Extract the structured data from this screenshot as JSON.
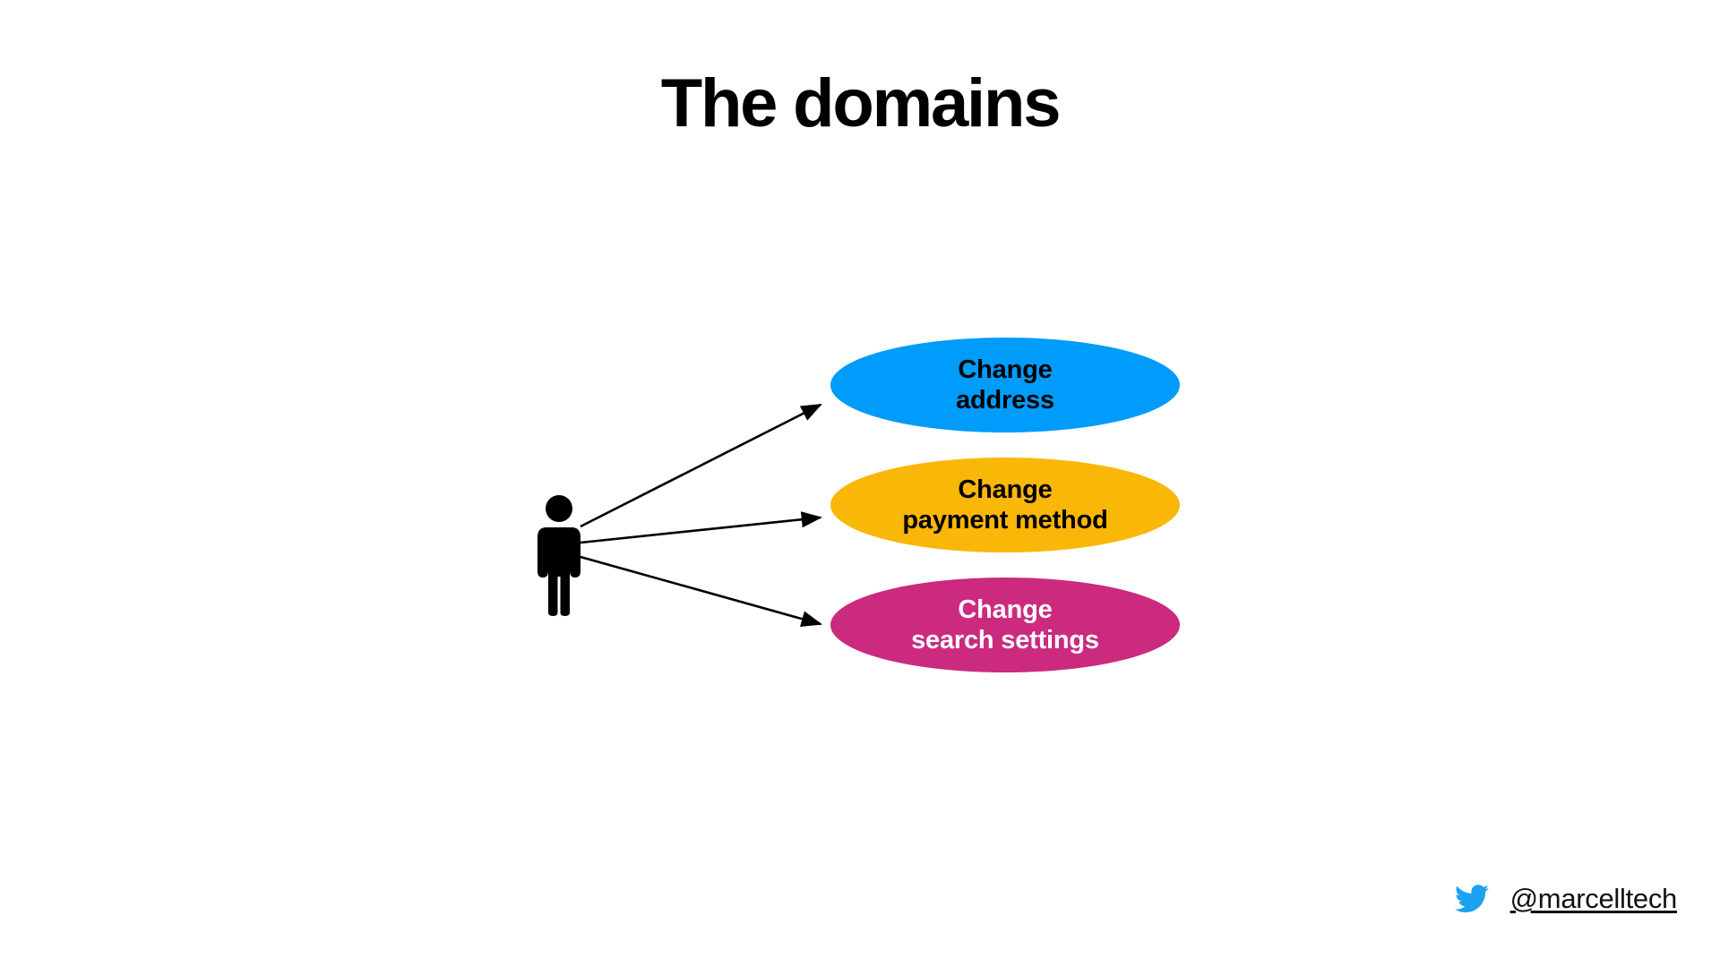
{
  "slide": {
    "title": "The domains",
    "background_color": "#FFFFFF"
  },
  "diagram": {
    "type": "use-case-diagram",
    "actor": {
      "name": "user-actor",
      "icon": "person-pictogram-icon",
      "color": "#000000",
      "label": ""
    },
    "arrow_color": "#000000",
    "use_cases": [
      {
        "id": "change-address",
        "label": "Change\naddress",
        "fill": "#009CFB",
        "text_color": "#000000"
      },
      {
        "id": "change-payment-method",
        "label": "Change\npayment method",
        "fill": "#F9B707",
        "text_color": "#000000"
      },
      {
        "id": "change-search-settings",
        "label": "Change\nsearch settings",
        "fill": "#CB2A7F",
        "text_color": "#FFFFFF"
      }
    ]
  },
  "footer": {
    "icon": "twitter-bird-icon",
    "icon_color": "#1DA1F2",
    "handle": "@marcelltech"
  }
}
